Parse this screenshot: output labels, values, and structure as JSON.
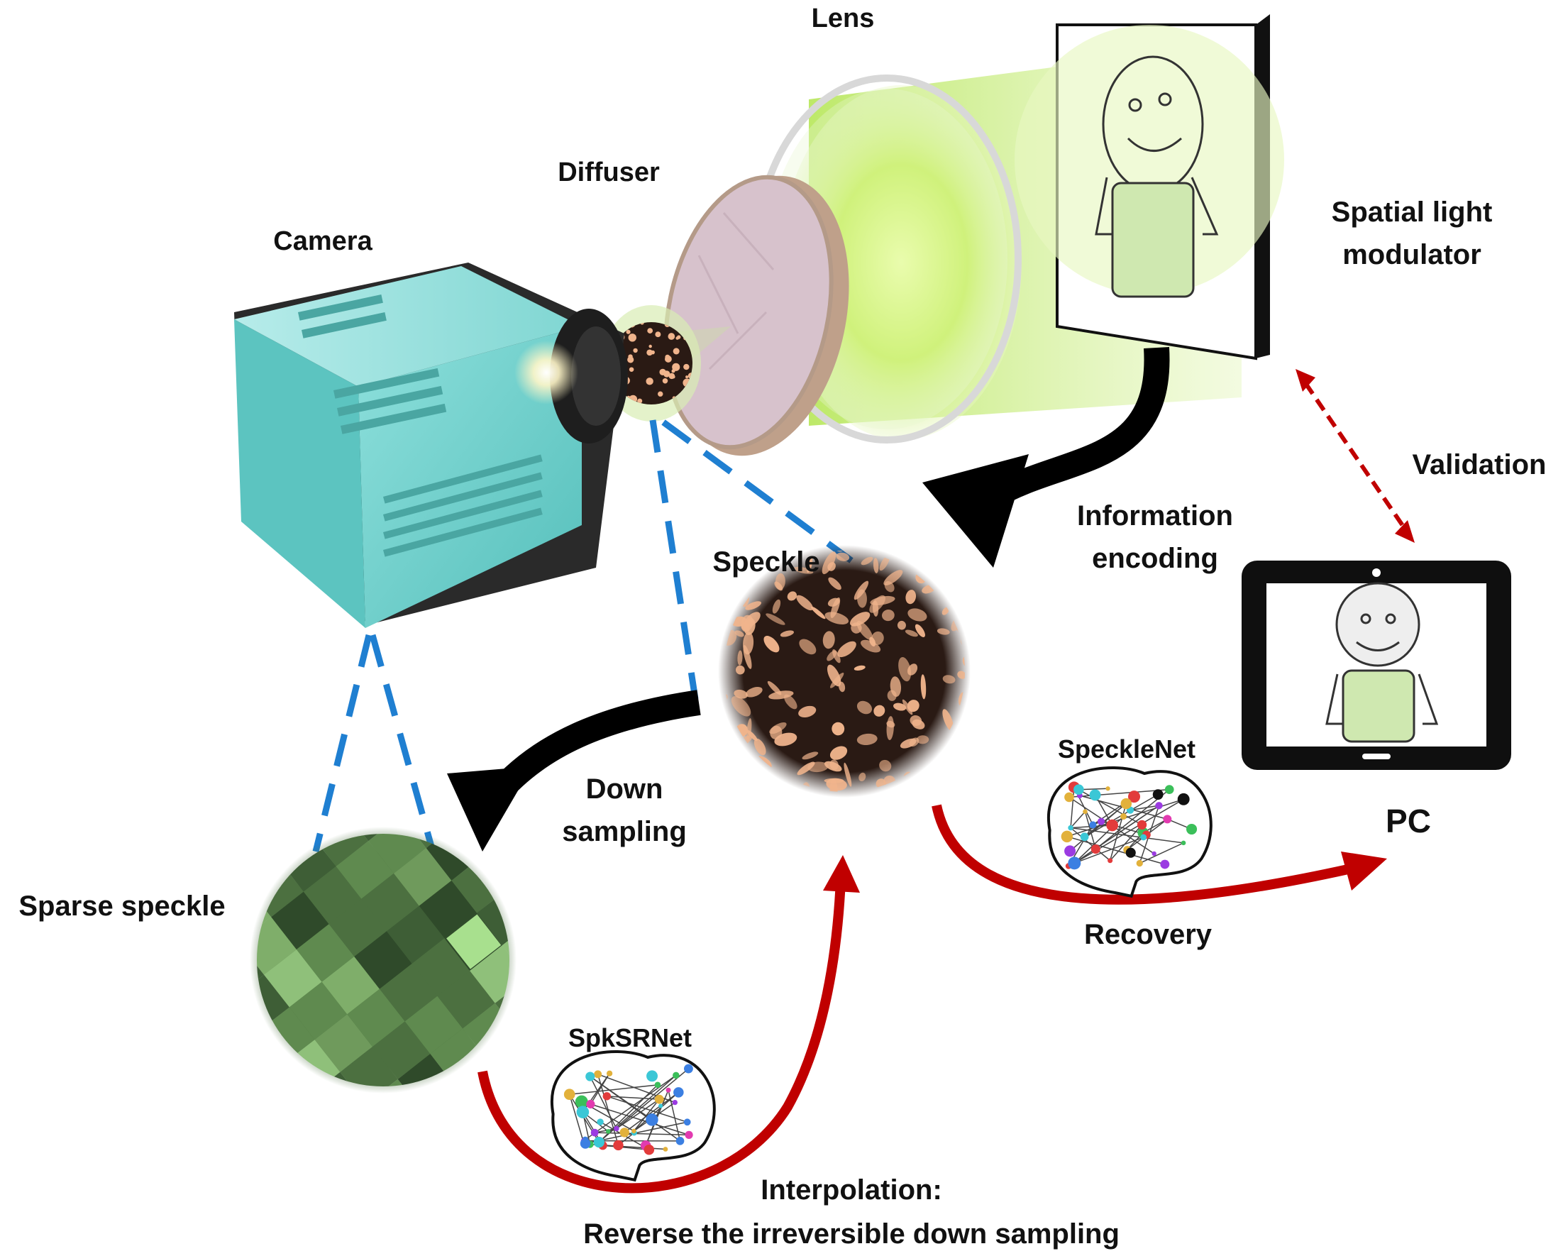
{
  "labels": {
    "lens": "Lens",
    "diffuser": "Diffuser",
    "camera": "Camera",
    "slm_line1": "Spatial light",
    "slm_line2": "modulator",
    "validation": "Validation",
    "info_line1": "Information",
    "info_line2": "encoding",
    "speckle": "Speckle",
    "down_line1": "Down",
    "down_line2": "sampling",
    "sparse_speckle": "Sparse speckle",
    "speckle_net": "SpeckleNet",
    "pc": "PC",
    "recovery": "Recovery",
    "spksrnet": "SpkSRNet",
    "interp_line1": "Interpolation:",
    "interp_line2": "Reverse the irreversible down sampling"
  },
  "colors": {
    "camera_body": "#6fd3d0",
    "camera_dark": "#2a2a2a",
    "blue_dash": "#1f7fd1",
    "red_arrow": "#c00000",
    "black_arrow": "#000000",
    "beam_green": "#c9f25a",
    "speckle_dark": "#2a1a14",
    "speckle_light": "#f0b48c",
    "sparse_green": "#5f8a4f",
    "face_green": "#cfe8b0"
  }
}
